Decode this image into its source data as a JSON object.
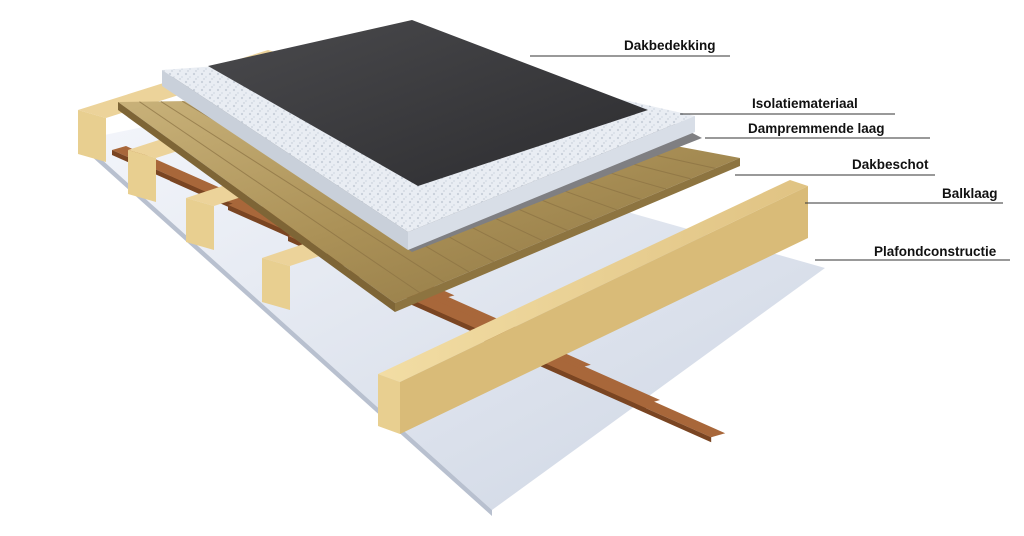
{
  "labels": {
    "dakbedekking": "Dakbedekking",
    "isolatiemateriaal": "Isolatiemateriaal",
    "dampremmende_laag": "Dampremmende laag",
    "dakbeschot": "Dakbeschot",
    "balklaag": "Balklaag",
    "plafondconstructie": "Plafondconstructie"
  },
  "colors": {
    "roofing": "#3a3a3c",
    "insulation": "#e6eaf0",
    "vapor_barrier": "#8a8a8a",
    "decking": "#b29a64",
    "beam": "#e8cf90",
    "batten": "#a8673a",
    "ceiling": "#dfe5ef",
    "leader": "#333333"
  }
}
